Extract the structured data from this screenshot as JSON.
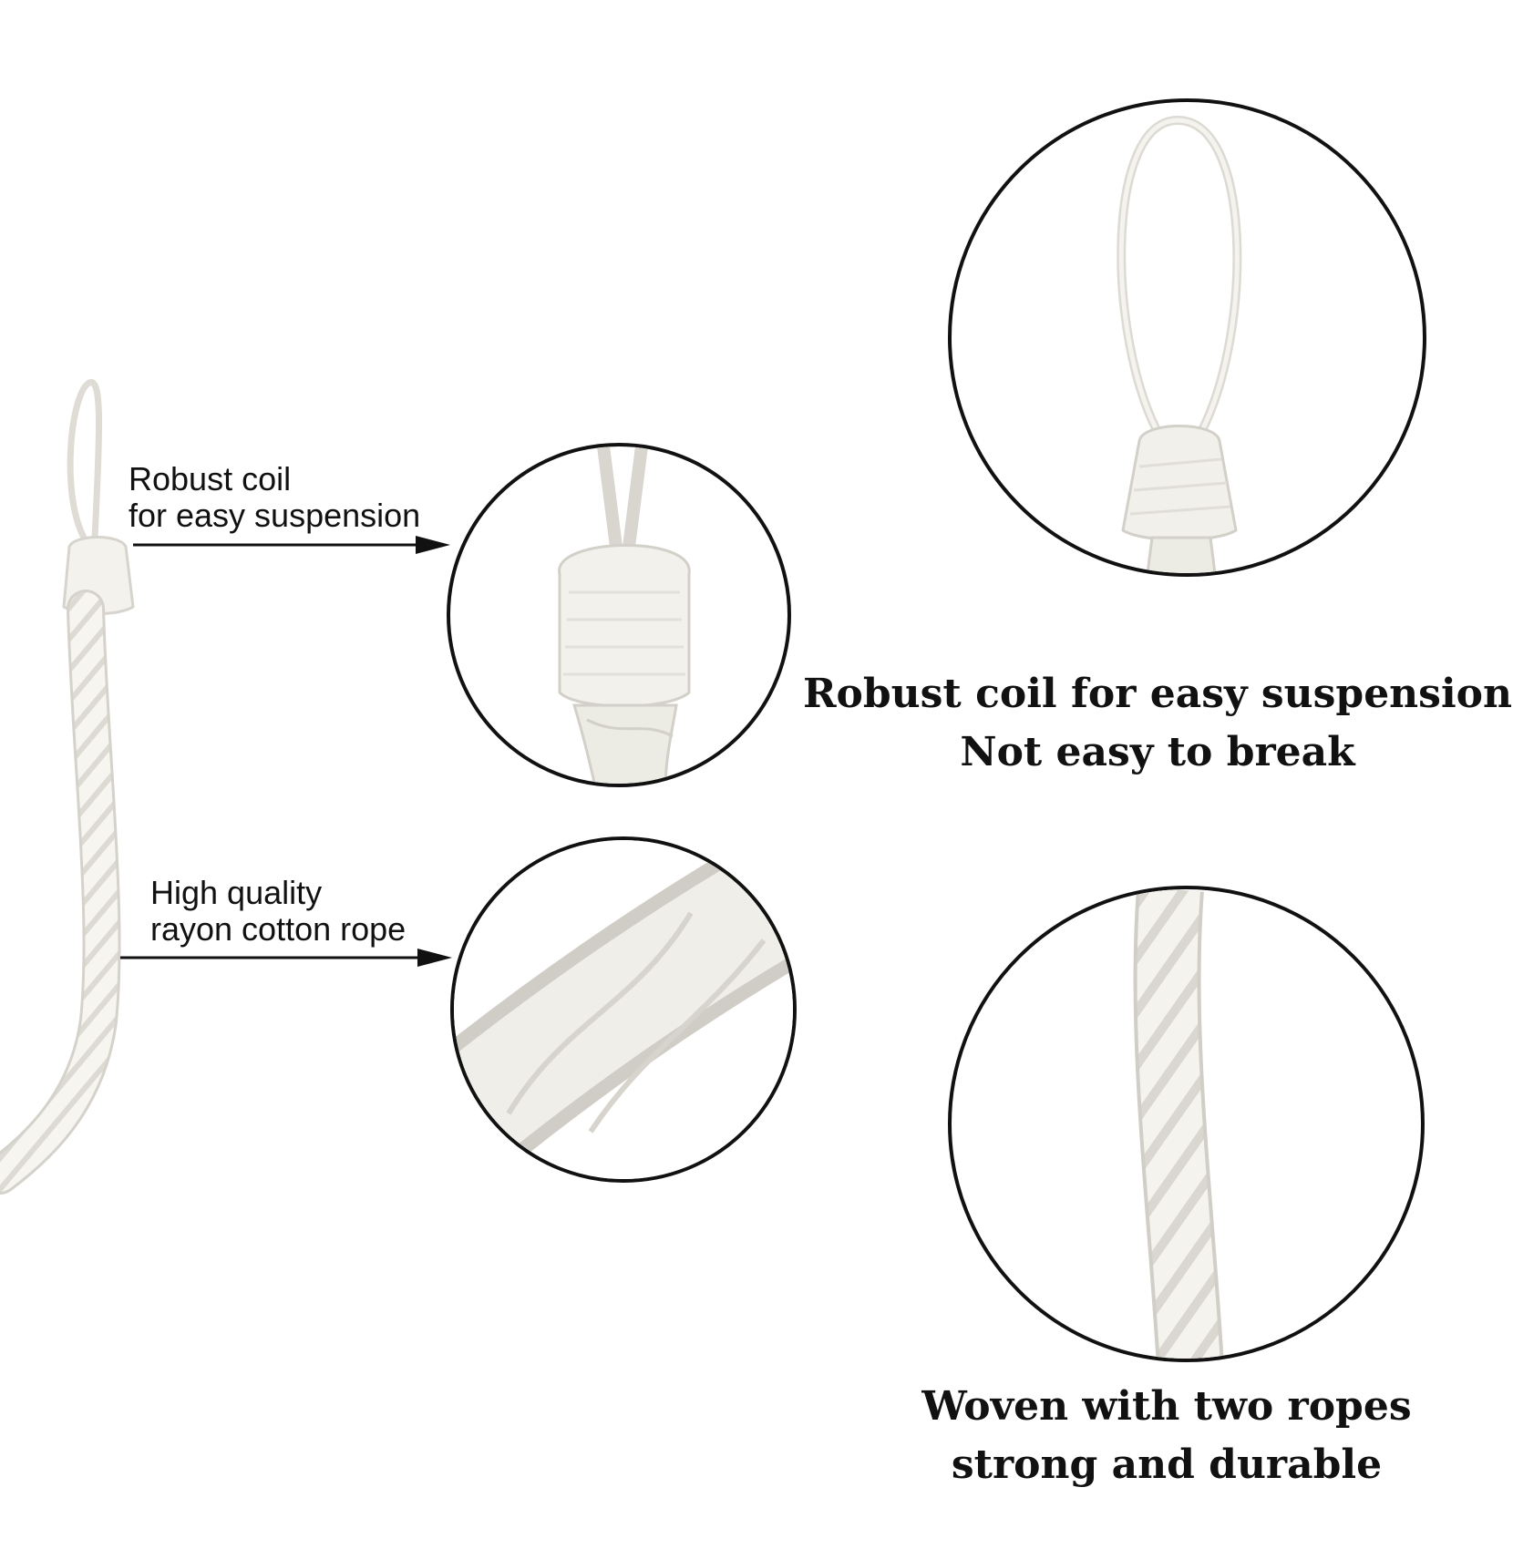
{
  "callouts": [
    {
      "line1": "Robust coil",
      "line2": "for easy suspension"
    },
    {
      "line1": "High quality",
      "line2": "rayon cotton rope"
    }
  ],
  "features": [
    {
      "line1": "Robust coil for easy suspension",
      "line2": "Not easy to break"
    },
    {
      "line1": "Woven with two ropes",
      "line2": "strong and durable"
    }
  ],
  "colors": {
    "background": "#ffffff",
    "rope": "#f4f3ee",
    "rope_shadow": "#d8d6cf",
    "ink": "#111111"
  }
}
